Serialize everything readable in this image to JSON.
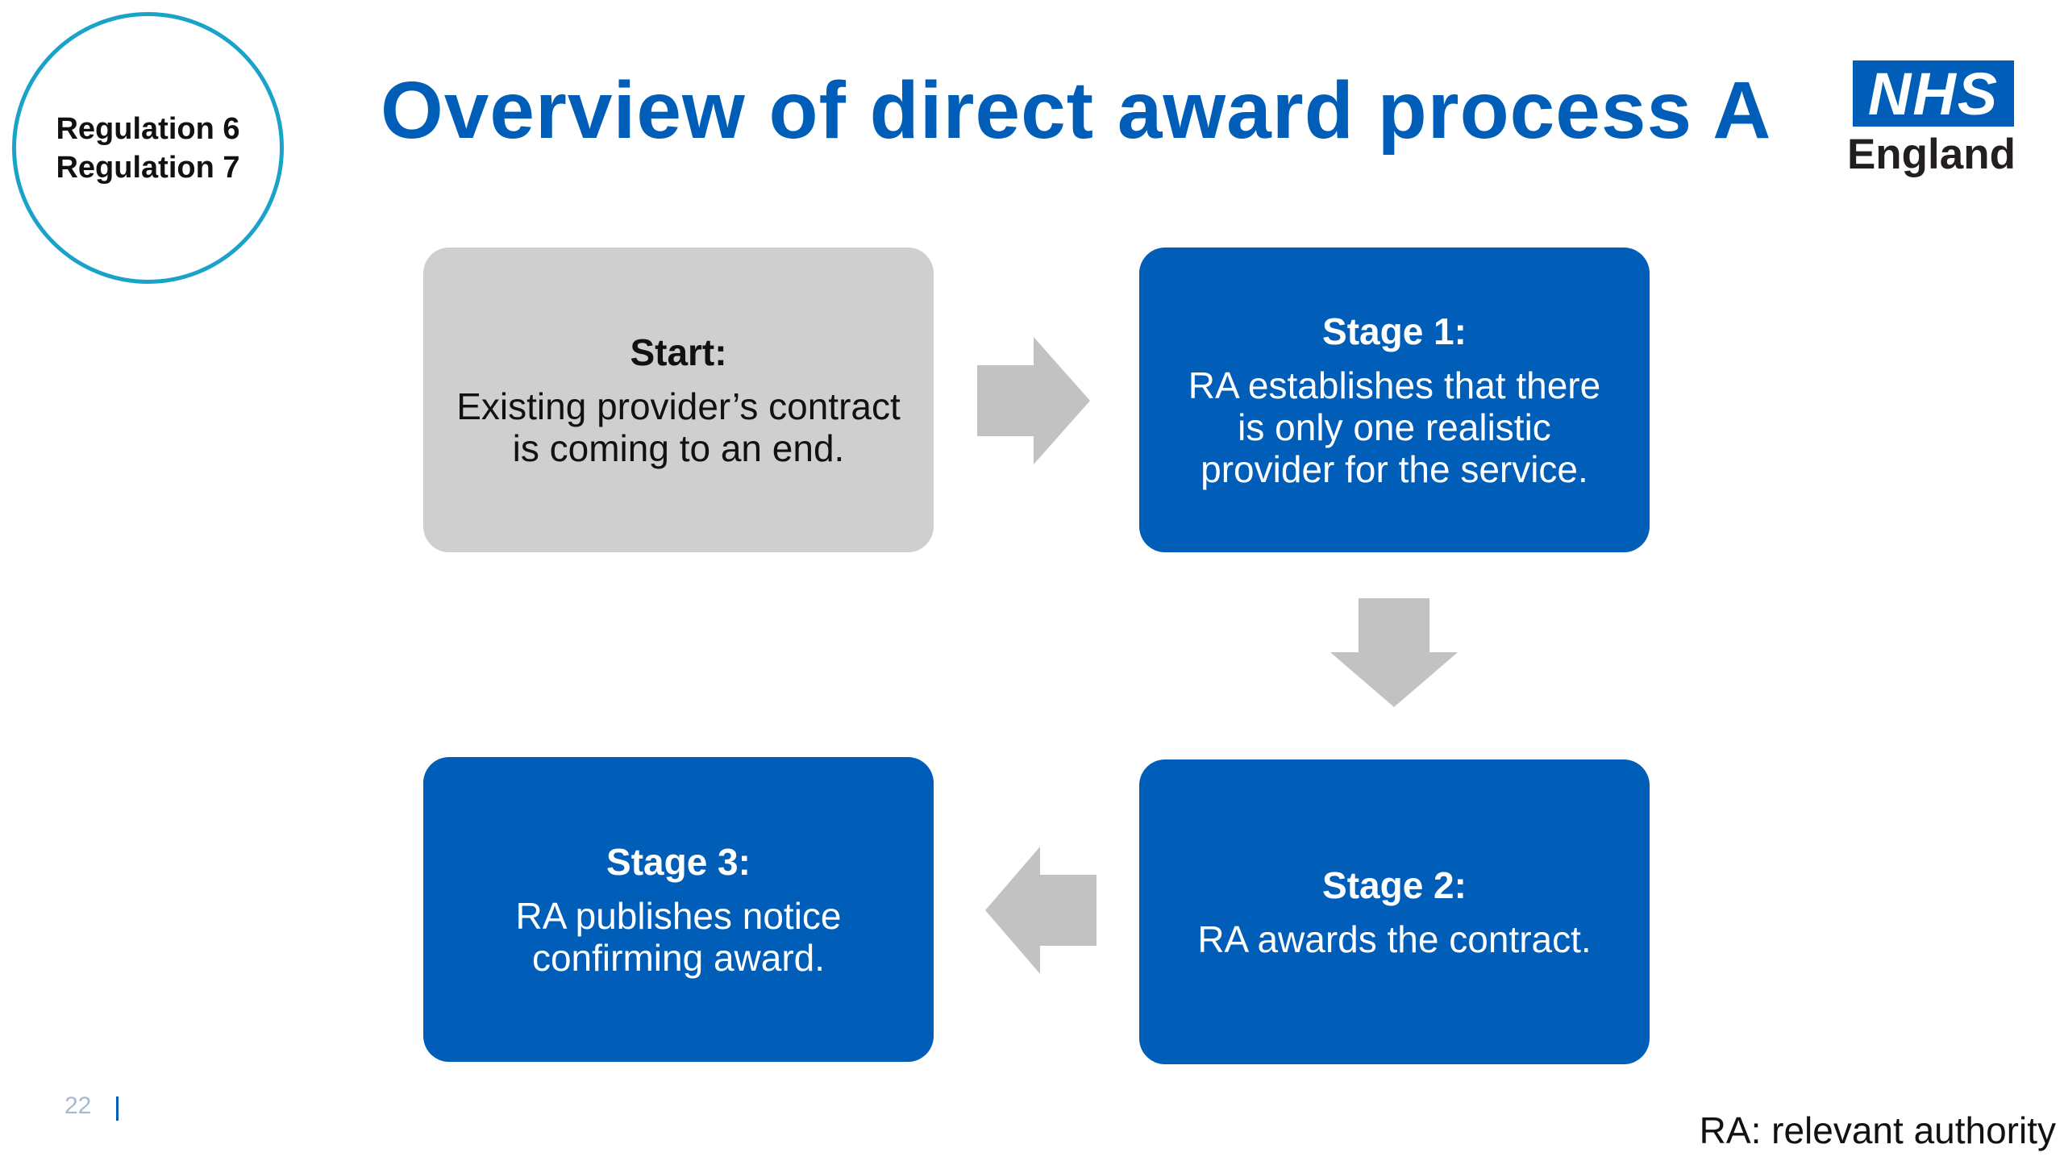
{
  "regulations": [
    "Regulation 6",
    "Regulation 7"
  ],
  "title": "Overview of direct award process A",
  "logo": {
    "badge": "NHS",
    "sub": "England"
  },
  "boxes": {
    "start": {
      "heading": "Start:",
      "lines": [
        "Existing provider’s contract",
        "is coming to an end."
      ]
    },
    "stage1": {
      "heading": "Stage 1:",
      "lines": [
        "RA establishes that there",
        "is only one realistic",
        "provider for the service."
      ]
    },
    "stage2": {
      "heading": "Stage 2:",
      "lines": [
        "RA awards the contract."
      ]
    },
    "stage3": {
      "heading": "Stage 3:",
      "lines": [
        "RA publishes notice",
        "confirming award."
      ]
    }
  },
  "page_number": "22",
  "footnote": "RA: relevant authority",
  "colors": {
    "nhs_blue": "#005eb8",
    "grey_box": "#d0cfcf",
    "arrow_grey": "#c2c2c2",
    "circle": "#1aa3c9"
  }
}
